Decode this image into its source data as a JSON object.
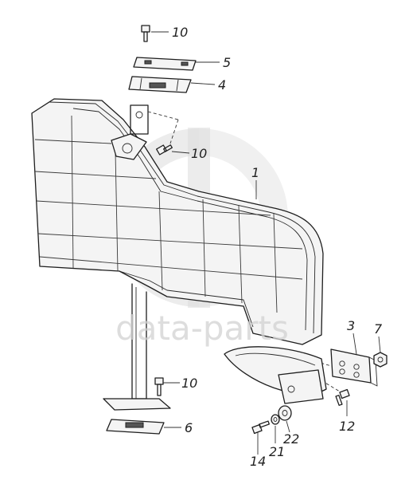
{
  "watermark": {
    "text": "data-parts"
  },
  "callouts": [
    {
      "id": "10-top",
      "text": "10"
    },
    {
      "id": "5",
      "text": "5"
    },
    {
      "id": "4",
      "text": "4"
    },
    {
      "id": "10-mid",
      "text": "10"
    },
    {
      "id": "1",
      "text": "1"
    },
    {
      "id": "3",
      "text": "3"
    },
    {
      "id": "7",
      "text": "7"
    },
    {
      "id": "10-low",
      "text": "10"
    },
    {
      "id": "12",
      "text": "12"
    },
    {
      "id": "6",
      "text": "6"
    },
    {
      "id": "22",
      "text": "22"
    },
    {
      "id": "14",
      "text": "14"
    },
    {
      "id": "21",
      "text": "21"
    }
  ]
}
